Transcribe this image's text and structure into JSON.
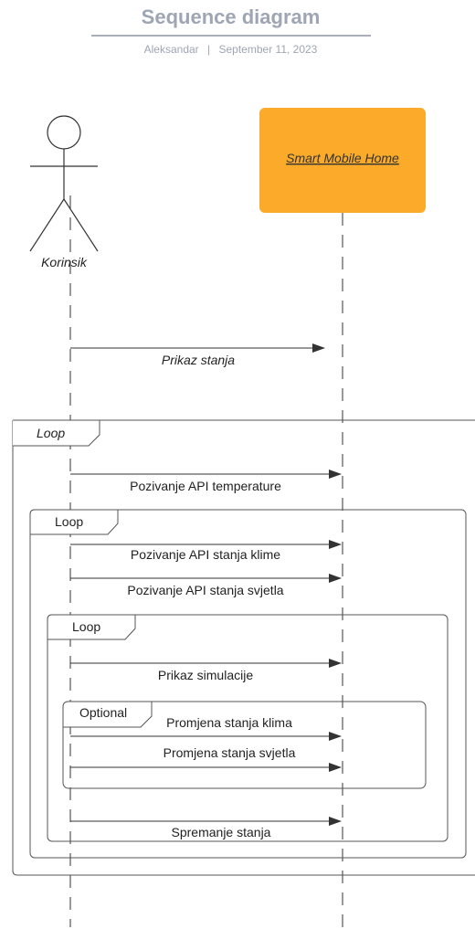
{
  "header": {
    "title": "Sequence diagram",
    "author": "Aleksandar",
    "separator": "|",
    "date": "September 11, 2023"
  },
  "actor": {
    "name": "Korinsik"
  },
  "system": {
    "name": "Smart Mobile Home",
    "color": "#fbab29"
  },
  "frames": {
    "outer_loop": "Loop",
    "middle_loop": "Loop",
    "inner_loop": "Loop",
    "optional": "Optional"
  },
  "messages": {
    "m1": "Prikaz stanja",
    "m2": "Pozivanje API temperature",
    "m3": "Pozivanje API stanja klime",
    "m4": "Pozivanje API stanja svjetla",
    "m5": "Prikaz simulacije",
    "m6": "Promjena stanja klima",
    "m7": "Promjena stanja svjetla",
    "m8": "Spremanje stanja"
  }
}
